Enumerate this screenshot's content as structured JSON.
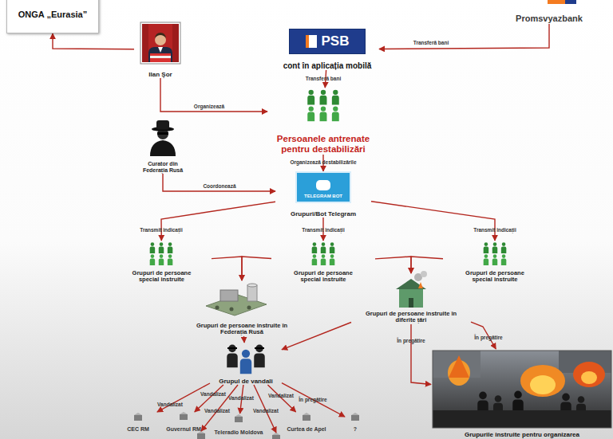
{
  "diagram": {
    "nodes": [
      {
        "text": [
          "ONGA „Eurasia”"
        ]
      },
      {
        "text": [
          "Ilan Şor"
        ]
      },
      {
        "text": [
          "PSB",
          "cont în aplicația mobilă"
        ]
      },
      {
        "text": [
          "Promsvyazbank"
        ]
      },
      {
        "text": [
          "Persoanele antrenate pentru destabilizări"
        ]
      },
      {
        "text": [
          "Curator din Federația Rusă"
        ]
      },
      {
        "text": [
          "TELEGRAM BOT",
          "Grupuri/Bot Telegram"
        ]
      },
      {
        "text": [
          "Grupuri de persoane special instruite"
        ]
      },
      {
        "text": [
          "Grupuri de persoane special instruite"
        ]
      },
      {
        "text": [
          "Grupuri de persoane special instruite"
        ]
      },
      {
        "text": [
          "Grupuri de persoane instruite în Federația Rusă"
        ]
      },
      {
        "text": [
          "Grupuri de persoane instruite în diferite țări"
        ]
      },
      {
        "text": [
          "Grupul de vandali"
        ]
      },
      {
        "text": [
          "CEC RM"
        ]
      },
      {
        "text": [
          "Guvernul RM"
        ]
      },
      {
        "text": [
          "Teleradio Moldova"
        ]
      },
      {
        "text": [
          "Curtea de Apel"
        ]
      },
      {
        "text": [
          "?"
        ]
      },
      {
        "text": [
          "Grupurile instruite pentru organizarea"
        ]
      }
    ],
    "edges": [
      {
        "from": 1,
        "to": 0,
        "arrow": "to"
      },
      {
        "from": 3,
        "to": 2,
        "arrow": "to",
        "label": "Transferă bani"
      },
      {
        "from": 2,
        "to": 4,
        "arrow": "to",
        "label": "Transferă bani"
      },
      {
        "from": 1,
        "to": 4,
        "arrow": "to",
        "label": "Organizează"
      },
      {
        "from": 4,
        "to": 6,
        "arrow": "to",
        "label": "Organizează destabilizările"
      },
      {
        "from": 5,
        "to": 6,
        "arrow": "to",
        "label": "Coordonează"
      },
      {
        "from": 6,
        "to": 7,
        "arrow": "to",
        "label": "Transmit indicații"
      },
      {
        "from": 6,
        "to": 8,
        "arrow": "to",
        "label": "Transmit indicații"
      },
      {
        "from": 6,
        "to": 9,
        "arrow": "to",
        "label": "Transmit indicații"
      },
      {
        "from": 7,
        "to": 10,
        "arrow": "to"
      },
      {
        "from": 8,
        "to": 10,
        "arrow": "to"
      },
      {
        "from": 8,
        "to": 11,
        "arrow": "to"
      },
      {
        "from": 9,
        "to": 11,
        "arrow": "to"
      },
      {
        "from": 10,
        "to": 12,
        "arrow": "to"
      },
      {
        "from": 11,
        "to": 12,
        "arrow": "to"
      },
      {
        "from": 11,
        "to": 18,
        "arrow": "to",
        "label": "În pregătire"
      },
      {
        "from": 11,
        "to": 18,
        "arrow": "to",
        "label": "În pregătire"
      },
      {
        "from": 12,
        "to": 13,
        "arrow": "to",
        "label": "Vandalizat"
      },
      {
        "from": 12,
        "to": 14,
        "arrow": "to",
        "label": "Vandalizat"
      },
      {
        "from": 12,
        "to": 15,
        "arrow": "to",
        "label": "Vandalizat"
      },
      {
        "from": 12,
        "to": 16,
        "arrow": "to",
        "label": "Vandalizat"
      },
      {
        "from": 12,
        "to": 17,
        "arrow": "to",
        "label": "În pregătire"
      }
    ],
    "labels": [
      "Vandalizat",
      "Vandalizat"
    ]
  }
}
